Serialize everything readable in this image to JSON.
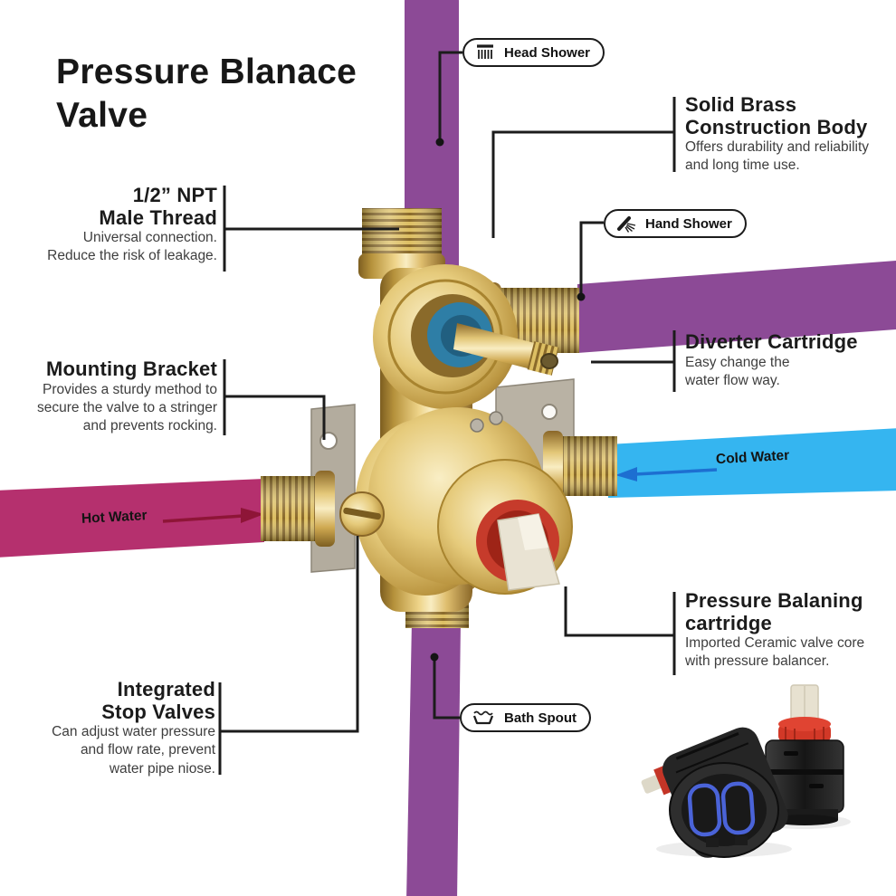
{
  "title": "Pressure Blanace Valve",
  "pills": {
    "head_shower": {
      "label": "Head Shower",
      "icon": "shower-head-icon"
    },
    "hand_shower": {
      "label": "Hand Shower",
      "icon": "hand-shower-icon"
    },
    "bath_spout": {
      "label": "Bath Spout",
      "icon": "bath-tub-icon"
    }
  },
  "callouts": {
    "solid_brass": {
      "heading": [
        "Solid Brass",
        "Construction Body"
      ],
      "body": [
        "Offers durability and reliability",
        "and long time use."
      ]
    },
    "npt": {
      "heading": [
        "1/2” NPT",
        "Male Thread"
      ],
      "body": [
        "Universal connection.",
        "Reduce the risk of leakage."
      ]
    },
    "diverter": {
      "heading": [
        "Diverter Cartridge"
      ],
      "body": [
        "Easy change the",
        "water flow way."
      ]
    },
    "mounting": {
      "heading": [
        "Mounting Bracket"
      ],
      "body": [
        "Provides a sturdy method to",
        "secure the valve to a stringer",
        "and prevents rocking."
      ]
    },
    "pressure": {
      "heading": [
        "Pressure Balaning",
        "cartridge"
      ],
      "body": [
        "Imported Ceramic valve core",
        "with pressure balancer."
      ]
    },
    "stop_valves": {
      "heading": [
        "Integrated",
        "Stop Valves"
      ],
      "body": [
        "Can adjust water pressure",
        "and flow rate, prevent",
        "water pipe niose."
      ]
    }
  },
  "pipe_labels": {
    "hot": "Hot Water",
    "cold": "Cold Water"
  },
  "colors": {
    "shower_pipe_purple": "#8c4a96",
    "hot_pipe": "#b5306e",
    "hot_arrow": "#8e1537",
    "cold_pipe": "#35b5f0",
    "cold_arrow": "#1d6fd1",
    "callout_line": "#1c1c1c",
    "brass": "#cfa951",
    "cartridge_red": "#c63b2b",
    "seal_blue": "#2e7ea6"
  }
}
